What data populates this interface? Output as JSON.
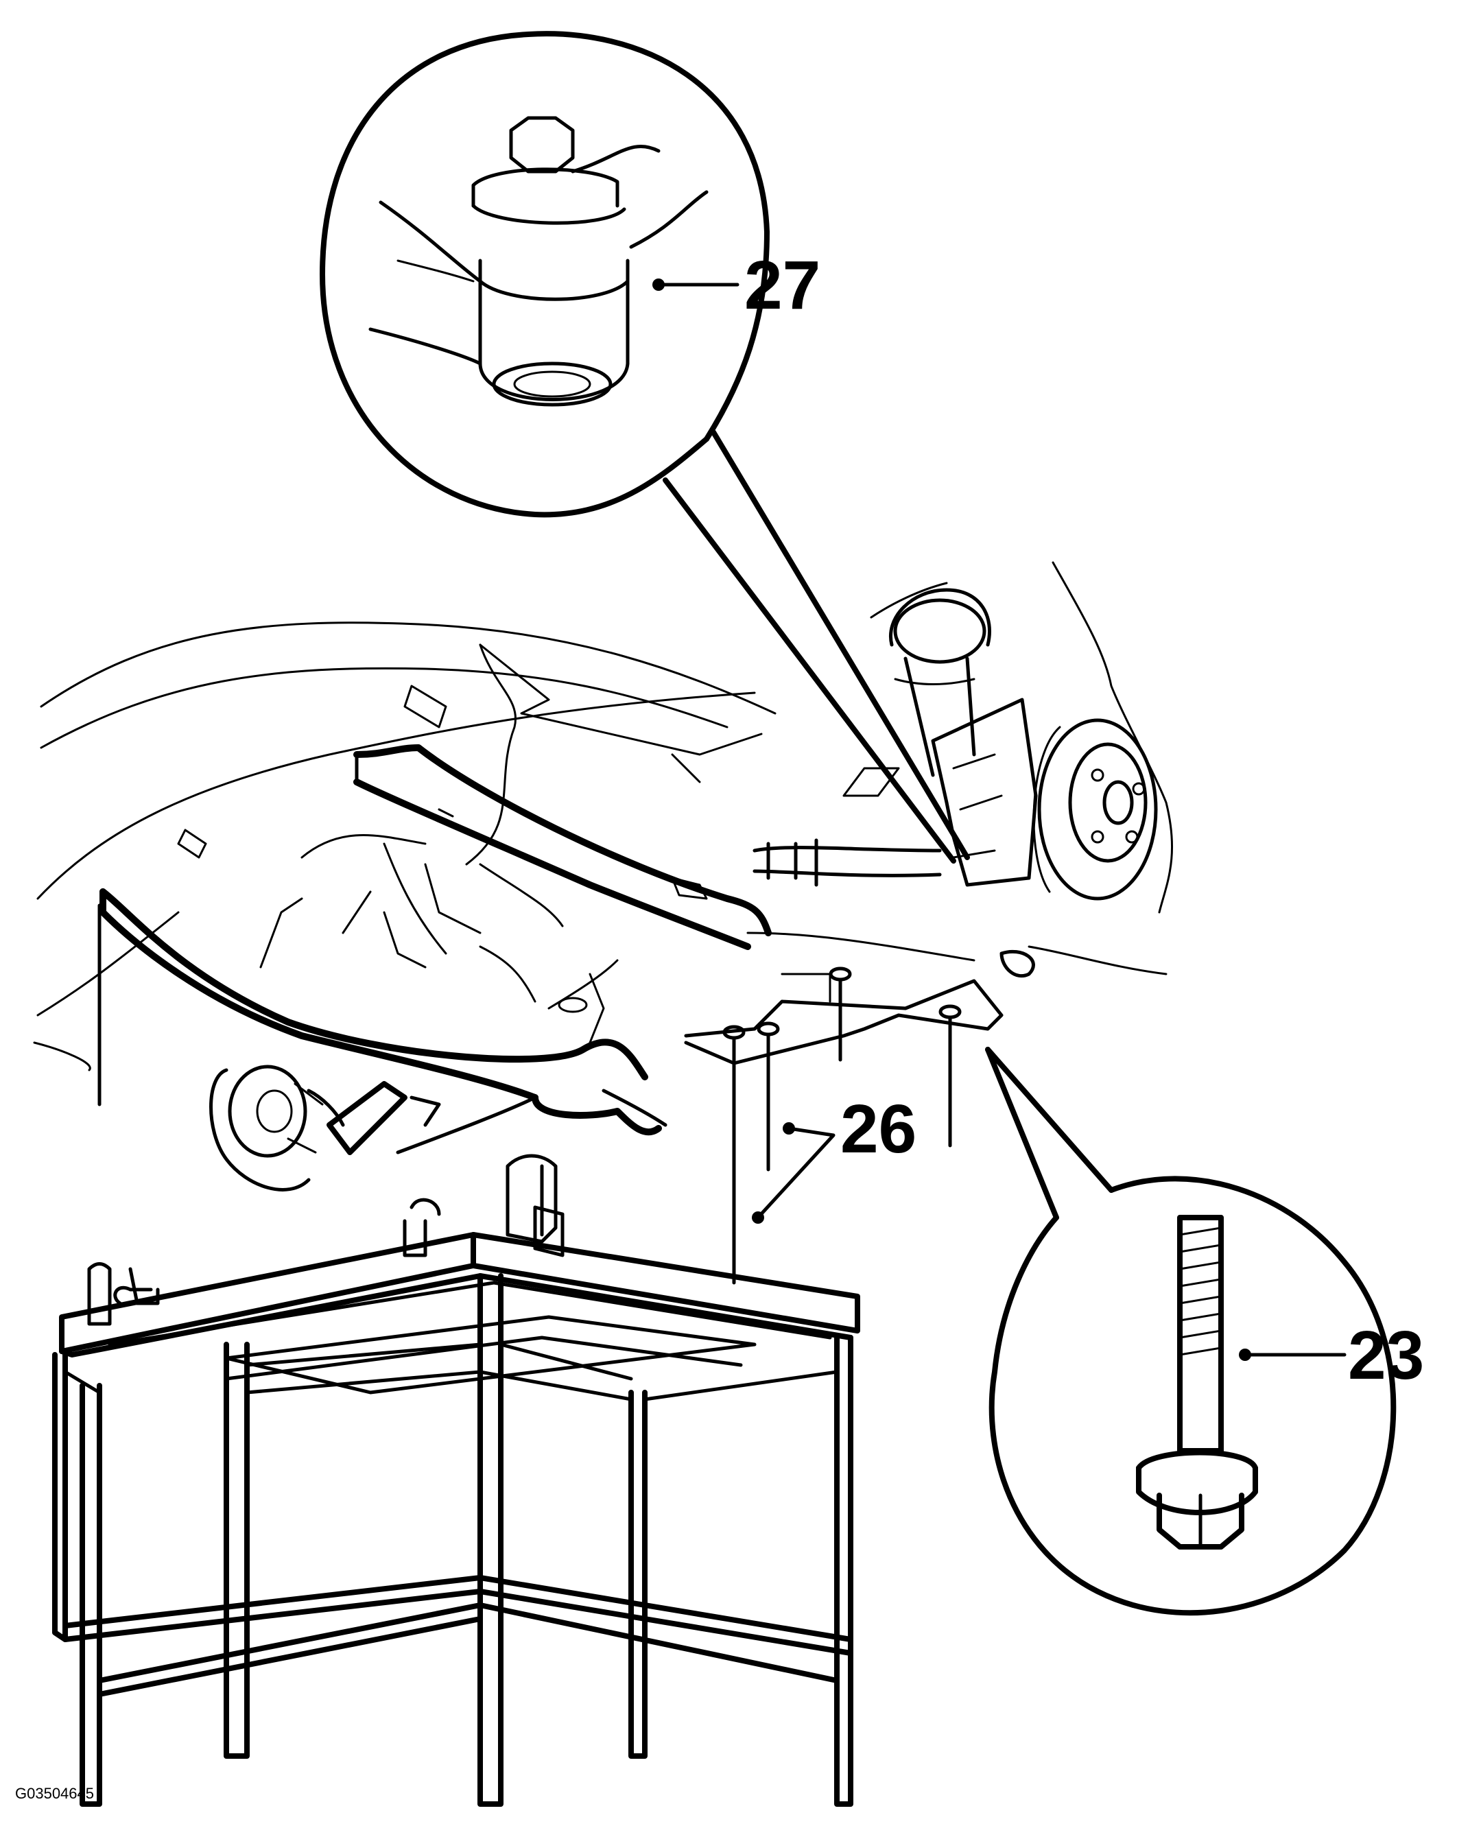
{
  "callouts": {
    "bushing": "27",
    "bolt_positions": "26",
    "bolt": "23"
  },
  "figure_id": "G03504645",
  "colors": {
    "line": "#000000",
    "background": "#ffffff"
  }
}
